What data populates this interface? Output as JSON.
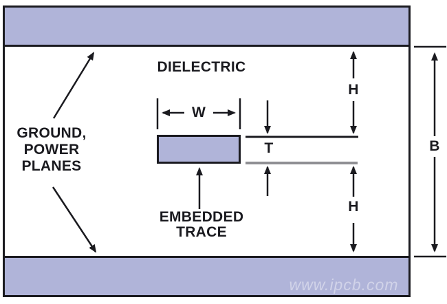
{
  "diagram": {
    "type": "pcb-embedded-stripline-cross-section",
    "dielectric_label": "DIELECTRIC",
    "ground_label": "GROUND,\nPOWER\nPLANES",
    "trace_label": "EMBEDDED\nTRACE",
    "dims": {
      "width": "W",
      "thickness": "T",
      "height_upper": "H",
      "height_lower": "H",
      "total_height": "B"
    },
    "watermark": "www.ipcb.com",
    "colors": {
      "plane_fill": "#b0b4d9",
      "line": "#1a1a1f",
      "gray_line": "#8f8f93",
      "background": "#ffffff",
      "watermark_color": "rgba(255,255,255,0.42)"
    }
  }
}
